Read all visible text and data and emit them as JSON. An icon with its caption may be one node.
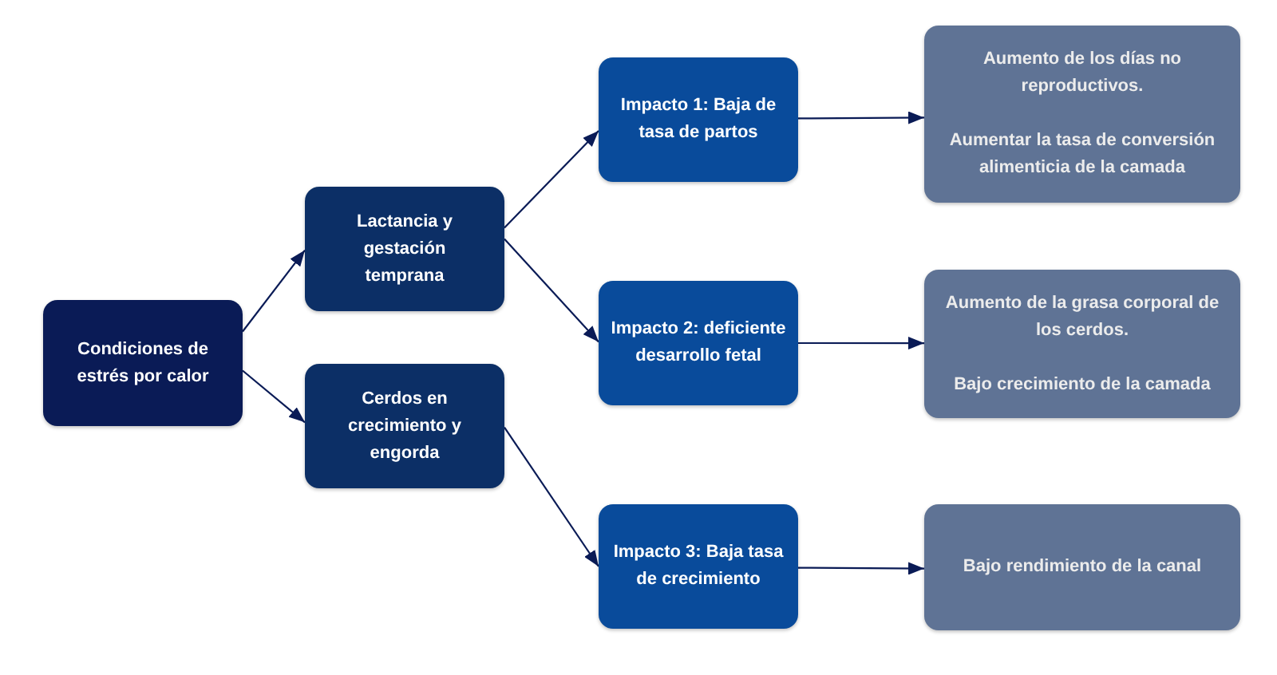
{
  "diagram": {
    "nodes": [
      {
        "text": [
          "Condiciones de estrés por calor"
        ]
      },
      {
        "text": [
          "Lactancia y gestación temprana"
        ]
      },
      {
        "text": [
          "Cerdos en crecimiento y engorda"
        ]
      },
      {
        "text": [
          "Impacto 1: Baja de tasa de partos"
        ]
      },
      {
        "text": [
          "Impacto 2: deficiente desarrollo fetal"
        ]
      },
      {
        "text": [
          "Impacto 3: Baja tasa de crecimiento"
        ]
      },
      {
        "text": [
          "Aumento de los días no reproductivos.",
          "Aumentar la tasa de conversión alimenticia de la camada"
        ]
      },
      {
        "text": [
          "Aumento de la grasa corporal de los cerdos.",
          "Bajo crecimiento de la camada"
        ]
      },
      {
        "text": [
          "Bajo rendimiento de la canal"
        ]
      }
    ],
    "edges": [
      {
        "from": 0,
        "to": 1,
        "arrow": "to"
      },
      {
        "from": 0,
        "to": 2,
        "arrow": "to"
      },
      {
        "from": 1,
        "to": 3,
        "arrow": "to"
      },
      {
        "from": 1,
        "to": 4,
        "arrow": "to"
      },
      {
        "from": 2,
        "to": 5,
        "arrow": "to"
      },
      {
        "from": 3,
        "to": 6,
        "arrow": "to"
      },
      {
        "from": 4,
        "to": 7,
        "arrow": "to"
      },
      {
        "from": 5,
        "to": 8,
        "arrow": "to"
      }
    ]
  }
}
